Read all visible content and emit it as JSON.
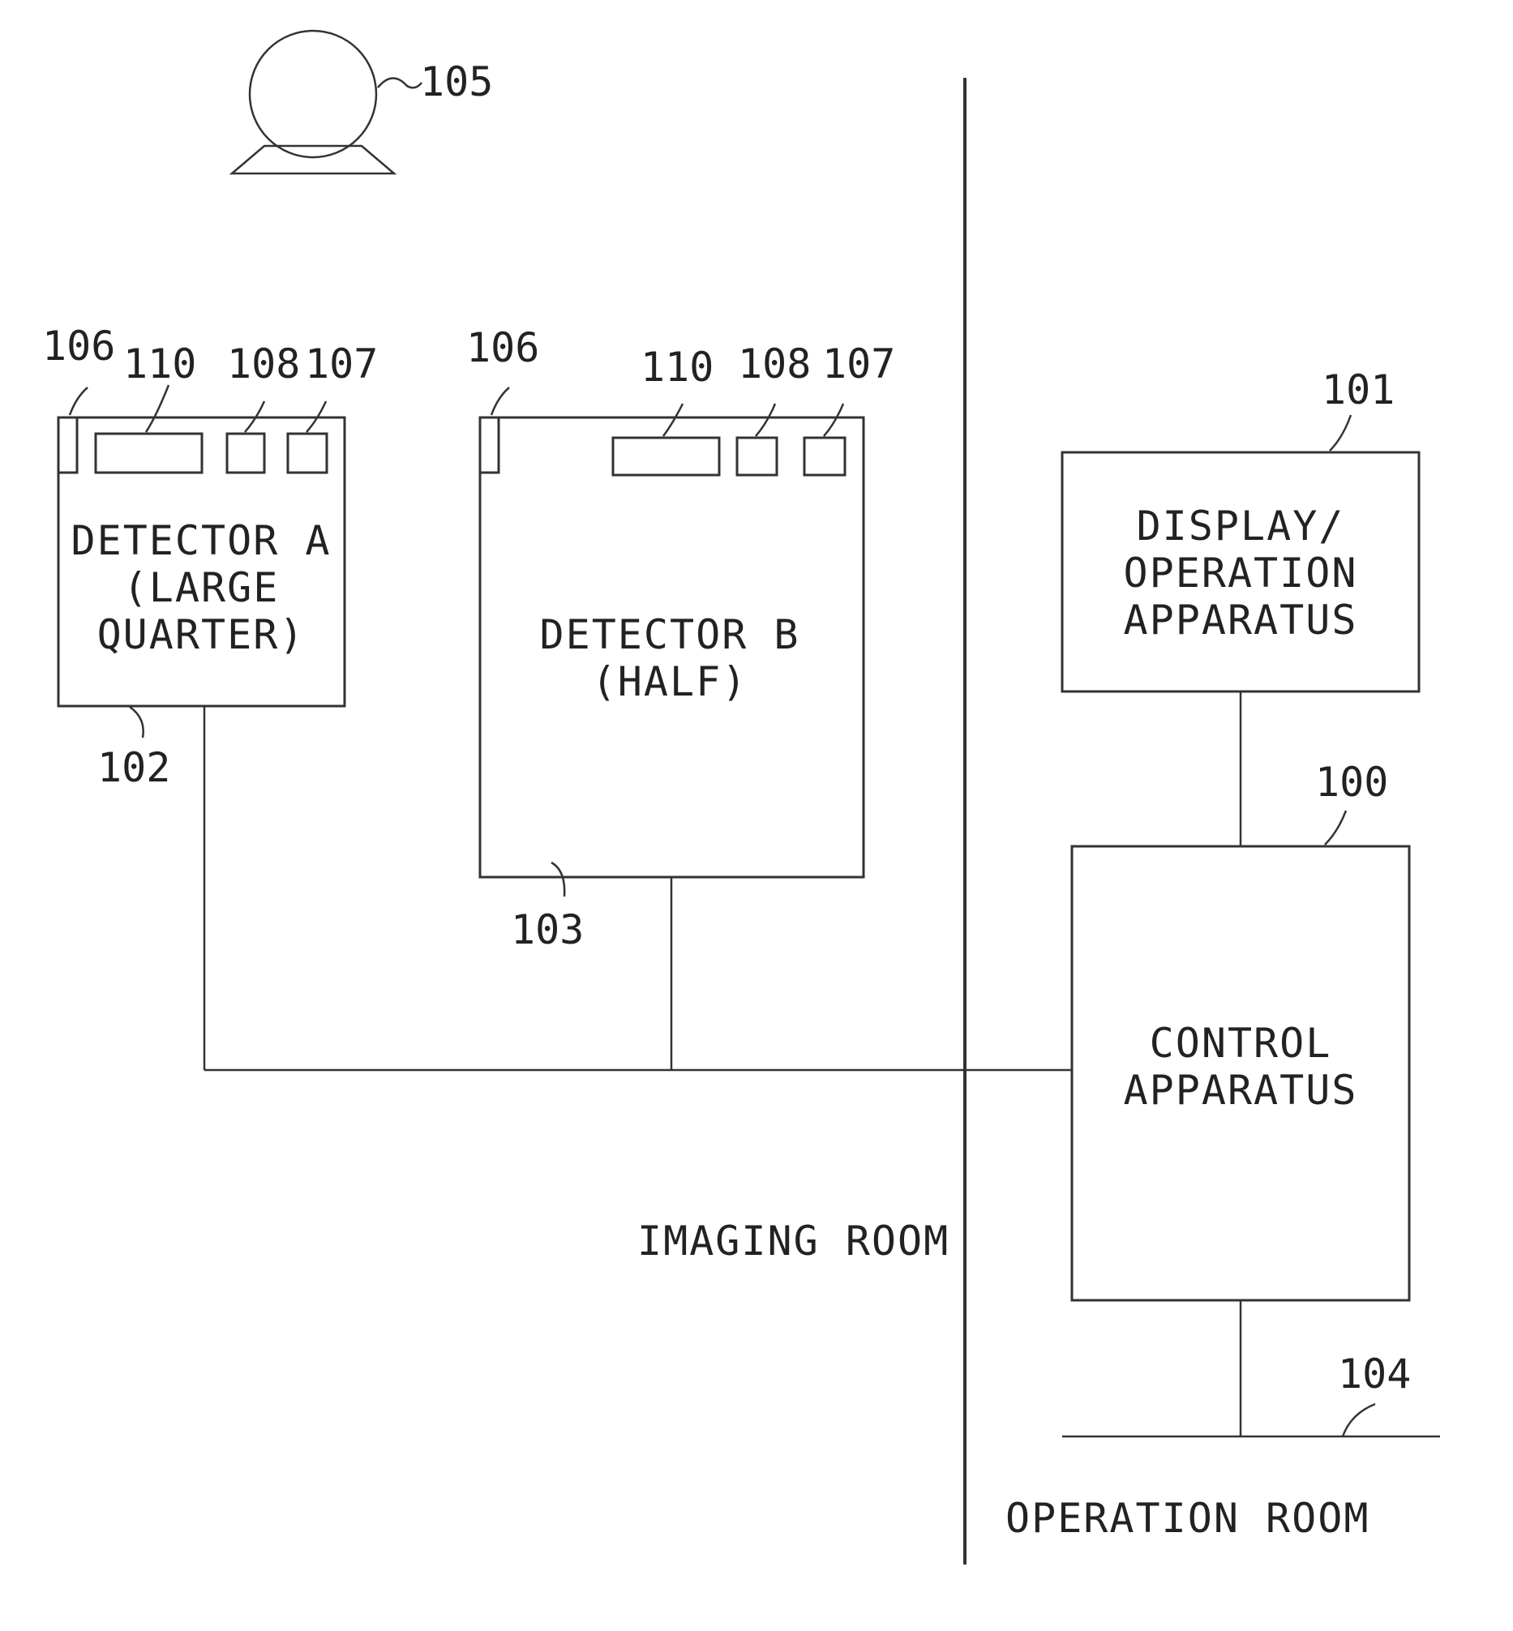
{
  "figure": {
    "refs": {
      "r105": "105",
      "a106": "106",
      "a110": "110",
      "a108": "108",
      "a107": "107",
      "a102": "102",
      "b106": "106",
      "b110": "110",
      "b108": "108",
      "b107": "107",
      "b103": "103",
      "r101": "101",
      "r100": "100",
      "r104": "104"
    },
    "detector_a": {
      "line1": "DETECTOR A",
      "line2": "(LARGE",
      "line3": "QUARTER)"
    },
    "detector_b": {
      "line1": "DETECTOR B",
      "line2": "(HALF)"
    },
    "display": {
      "line1": "DISPLAY/",
      "line2": "OPERATION",
      "line3": "APPARATUS"
    },
    "control": {
      "line1": "CONTROL",
      "line2": "APPARATUS"
    },
    "rooms": {
      "imaging": "IMAGING ROOM",
      "operation": "OPERATION ROOM"
    }
  }
}
